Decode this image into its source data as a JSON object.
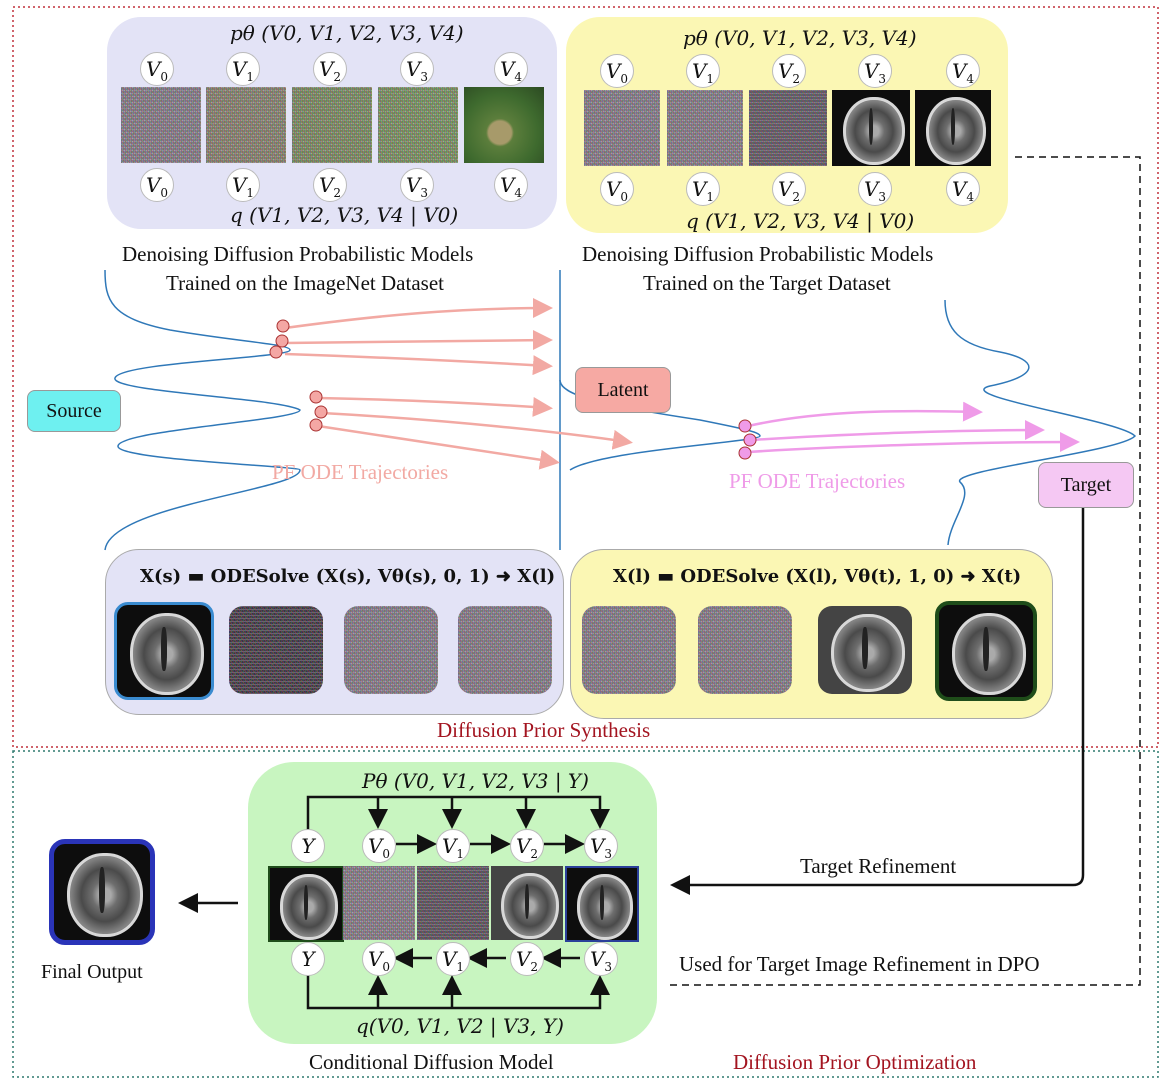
{
  "top_left_panel": {
    "joint_label": "pθ (V0, V1, V2, V3, V4)",
    "posterior_label": "q (V1, V2, V3, V4 | V0)",
    "nodes": [
      "V0",
      "V1",
      "V2",
      "V3",
      "V4"
    ],
    "caption_line1": "Denoising Diffusion Probabilistic Models",
    "caption_line2": "Trained on the ImageNet Dataset"
  },
  "top_right_panel": {
    "joint_label": "pθ (V0, V1, V2, V3, V4)",
    "posterior_label": "q (V1, V2, V3, V4 | V0)",
    "nodes": [
      "V0",
      "V1",
      "V2",
      "V3",
      "V4"
    ],
    "caption_line1": "Denoising Diffusion Probabilistic Models",
    "caption_line2": "Trained on the Target Dataset"
  },
  "labels": {
    "source": "Source",
    "latent": "Latent",
    "target": "Target",
    "pf_ode_left": "PF ODE Trajectories",
    "pf_ode_right": "PF ODE Trajectories"
  },
  "synthesis": {
    "left_equation": "X(s) ▬ ODESolve (X(s), Vθ(s), 0, 1) ➜ X(l)",
    "right_equation": "X(l) ▬ ODESolve (X(l), Vθ(t), 1, 0) ➜ X(t)",
    "section_title": "Diffusion Prior Synthesis"
  },
  "conditional": {
    "joint_label": "Pθ (V0, V1, V2, V3 | Y)",
    "posterior_label": "q(V0, V1, V2 | V3, Y)",
    "top_nodes": [
      "Y",
      "V0",
      "V1",
      "V2",
      "V3"
    ],
    "bottom_nodes": [
      "Y",
      "V0",
      "V1",
      "V2",
      "V3"
    ],
    "caption": "Conditional Diffusion Model"
  },
  "optimization": {
    "target_refinement": "Target Refinement",
    "used_for": "Used for Target Image Refinement in DPO",
    "final_output": "Final Output",
    "section_title": "Diffusion Prior Optimization"
  },
  "colors": {
    "lavender_panel": "#e3e3f6",
    "yellow_panel": "#fbf7b4",
    "green_panel": "#c8f5c0",
    "source_tag": "#6ef0f0",
    "latent_tag": "#f6a9a3",
    "target_tag": "#f5c8f3",
    "pf_left": "#f2a9a3",
    "pf_right": "#ef9be8",
    "section_title": "#a31420",
    "curve_blue": "#2f78b8"
  }
}
